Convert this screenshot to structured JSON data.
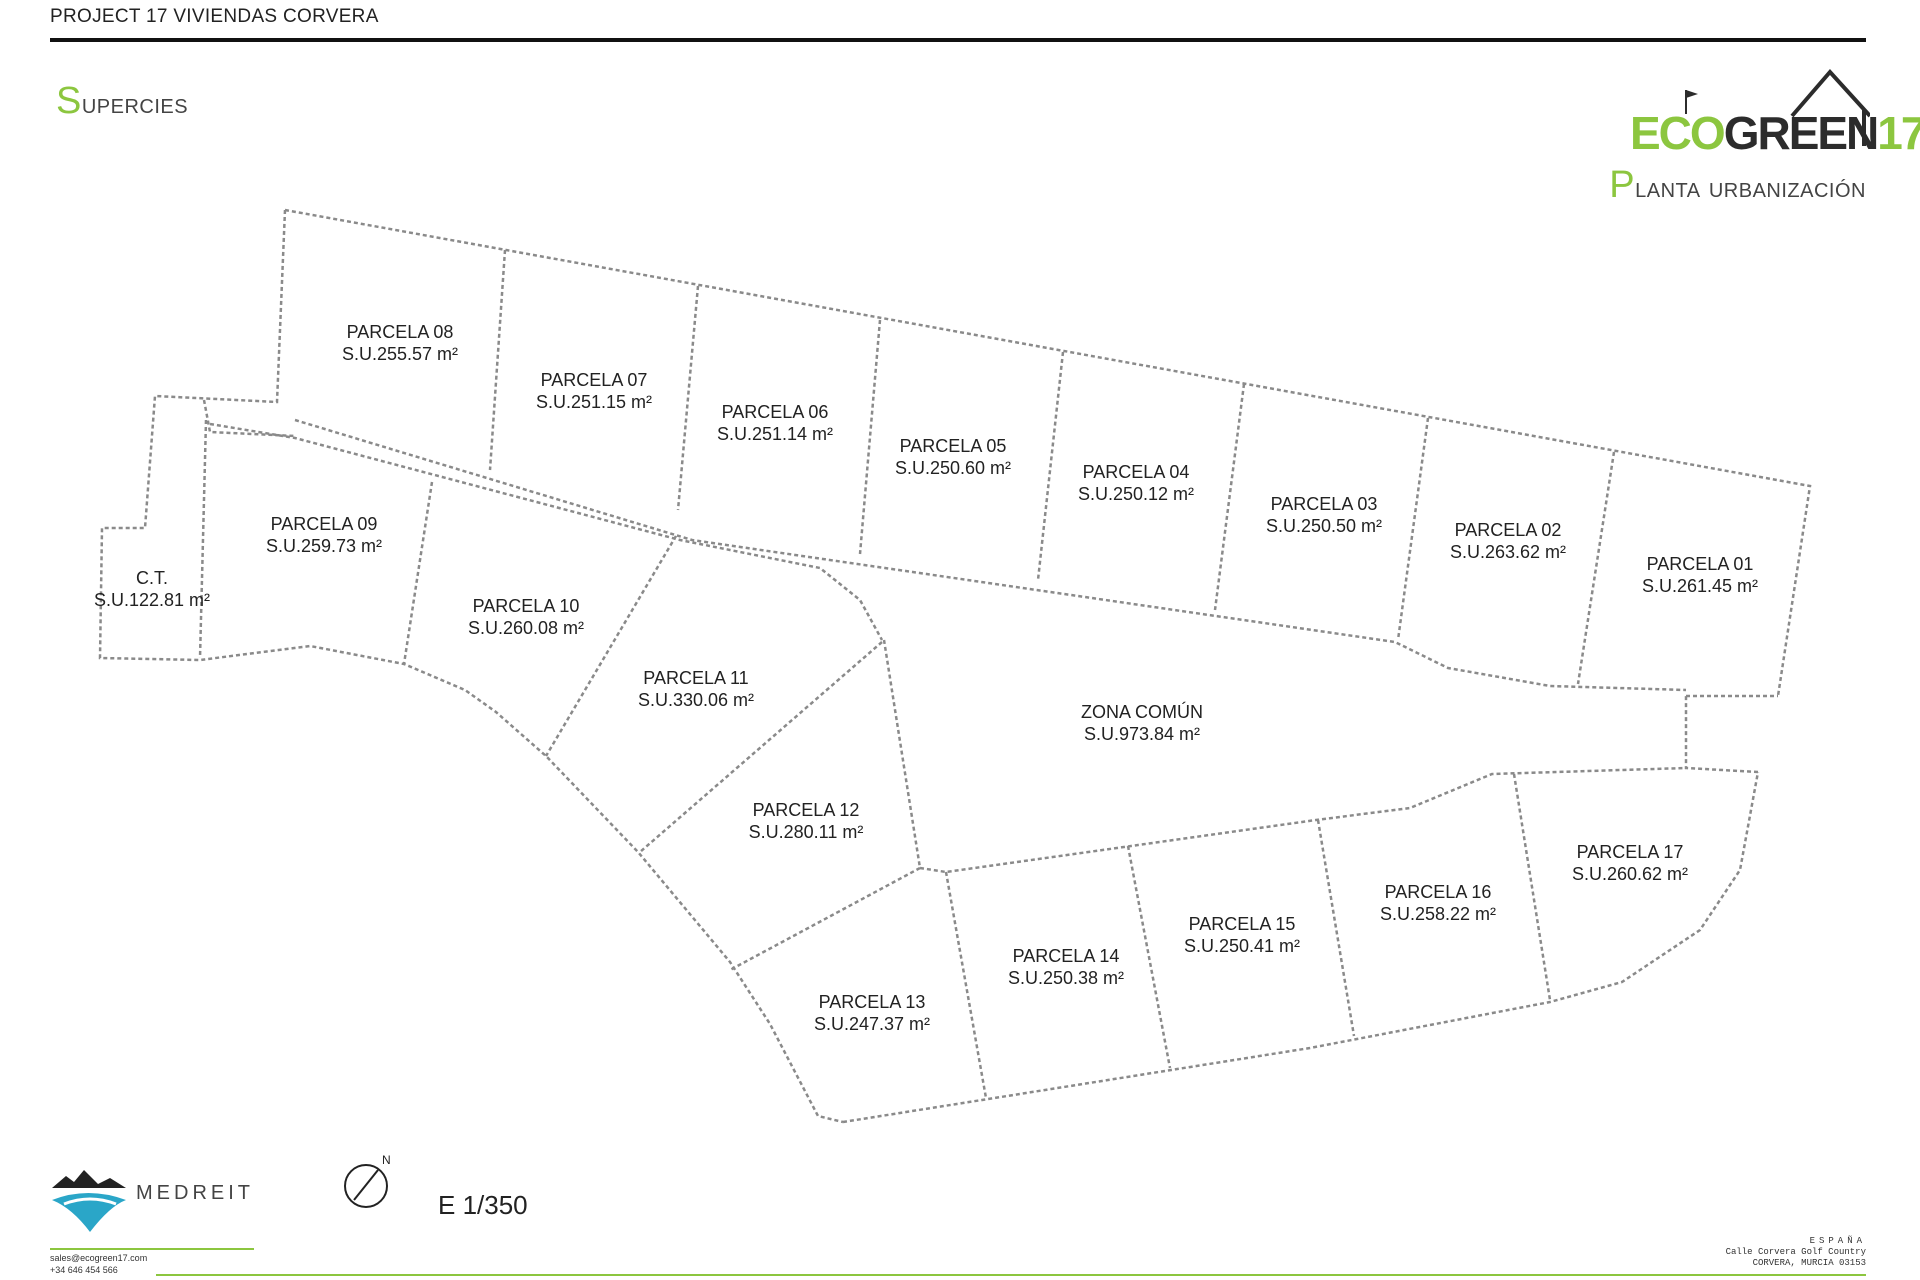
{
  "header": {
    "project_title": "PROJECT 17 VIVIENDAS CORVERA",
    "section_cap": "S",
    "section_rest": "upercies",
    "plan_cap": "P",
    "plan_rest": "lanta urbanización"
  },
  "logo": {
    "eco": "ECO",
    "green": "GREEN",
    "num": "17",
    "icon": "house-golf-flag-icon"
  },
  "plan": {
    "parcels": [
      {
        "name": "PARCELA 08",
        "area": "S.U.255.57 m²"
      },
      {
        "name": "PARCELA 07",
        "area": "S.U.251.15 m²"
      },
      {
        "name": "PARCELA 06",
        "area": "S.U.251.14 m²"
      },
      {
        "name": "PARCELA 05",
        "area": "S.U.250.60 m²"
      },
      {
        "name": "PARCELA 04",
        "area": "S.U.250.12 m²"
      },
      {
        "name": "PARCELA 03",
        "area": "S.U.250.50 m²"
      },
      {
        "name": "PARCELA 02",
        "area": "S.U.263.62 m²"
      },
      {
        "name": "PARCELA 01",
        "area": "S.U.261.45 m²"
      },
      {
        "name": "PARCELA 09",
        "area": "S.U.259.73 m²"
      },
      {
        "name": "C.T.",
        "area": "S.U.122.81 m²"
      },
      {
        "name": "PARCELA 10",
        "area": "S.U.260.08 m²"
      },
      {
        "name": "PARCELA 11",
        "area": "S.U.330.06 m²"
      },
      {
        "name": "ZONA COMÚN",
        "area": "S.U.973.84 m²"
      },
      {
        "name": "PARCELA 12",
        "area": "S.U.280.11 m²"
      },
      {
        "name": "PARCELA 17",
        "area": "S.U.260.62 m²"
      },
      {
        "name": "PARCELA 16",
        "area": "S.U.258.22 m²"
      },
      {
        "name": "PARCELA 15",
        "area": "S.U.250.41 m²"
      },
      {
        "name": "PARCELA 14",
        "area": "S.U.250.38 m²"
      },
      {
        "name": "PARCELA 13",
        "area": "S.U.247.37 m²"
      }
    ],
    "line_color": "#8a8a8a"
  },
  "footer": {
    "brand": "MEDREIT",
    "compass_label": "N",
    "scale": "E 1/350",
    "email": "sales@ecogreen17.com",
    "phone": "+34 646 454 566",
    "country": "ESPAÑA",
    "street": "Calle Corvera Golf Country",
    "city": "CORVERA, MURCIA    03153",
    "accent_color": "#8cc63f"
  }
}
